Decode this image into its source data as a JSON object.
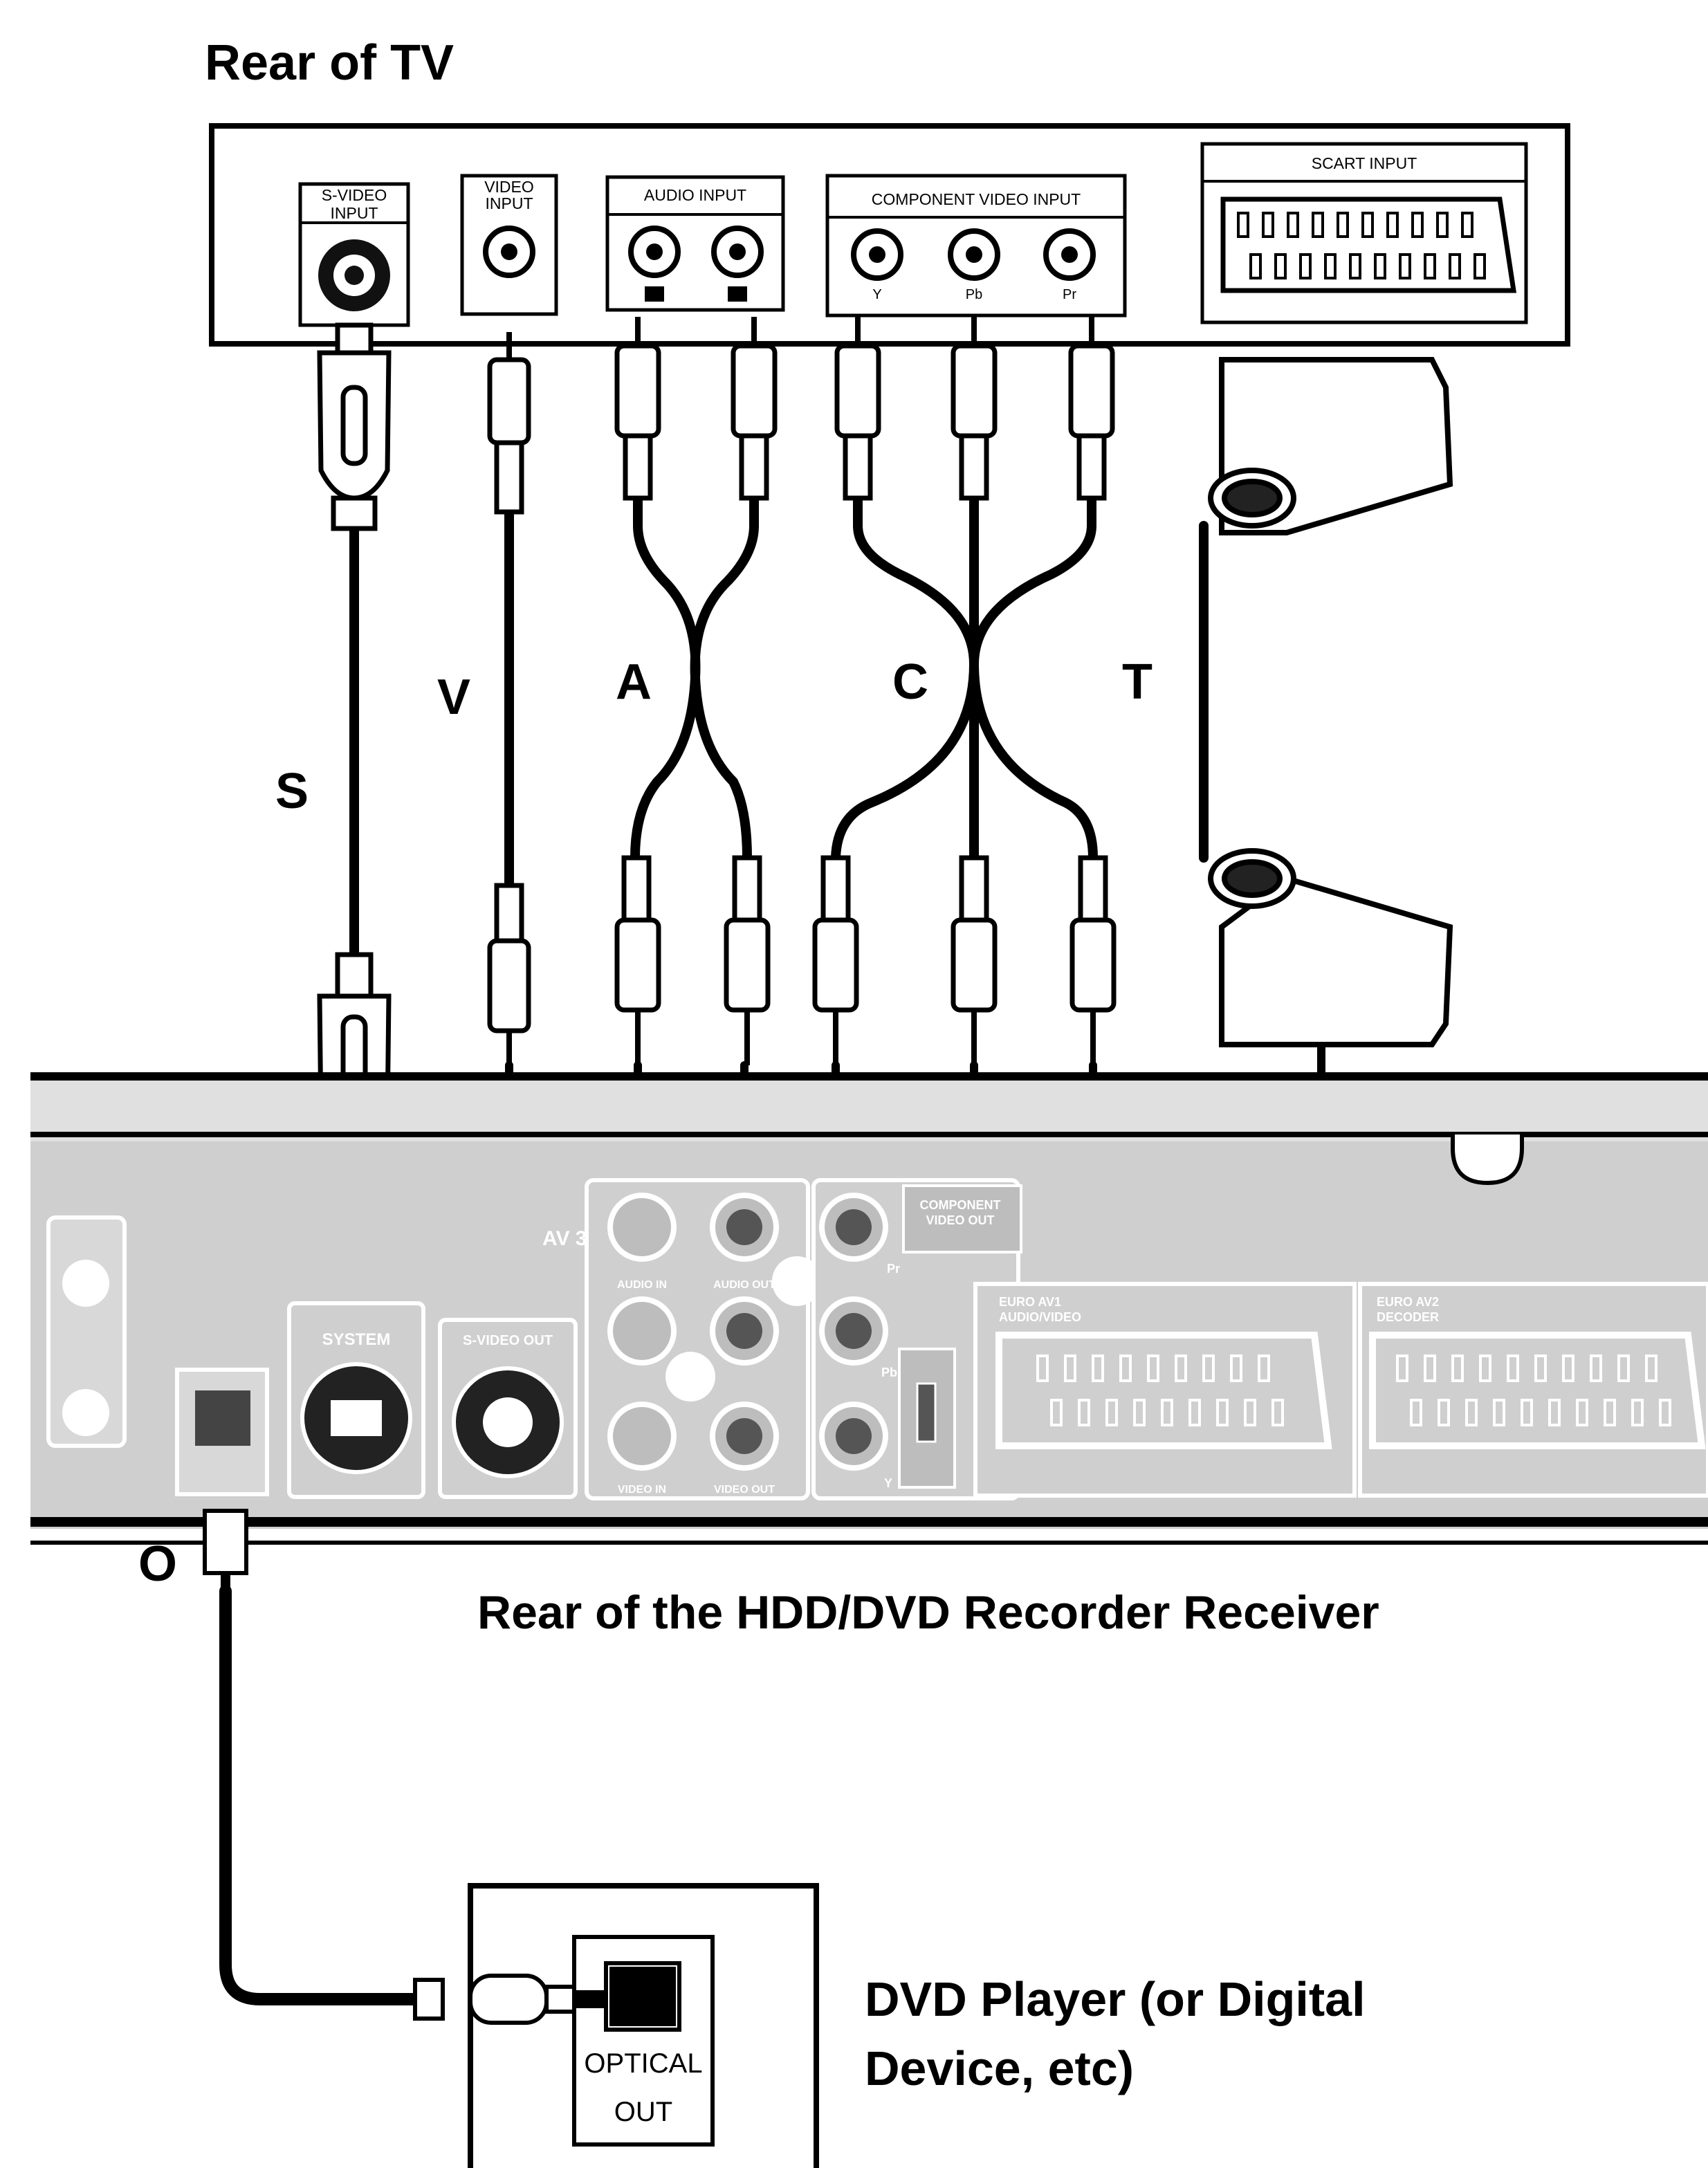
{
  "titles": {
    "tv": "Rear of TV",
    "recorder": "Rear of the HDD/DVD Recorder Receiver",
    "player_line1": "DVD Player (or Digital",
    "player_line2": "Device, etc)"
  },
  "tv_panel": {
    "svideo_l1": "S-VIDEO",
    "svideo_l2": "INPUT",
    "video_l1": "VIDEO",
    "video_l2": "INPUT",
    "audio": "AUDIO INPUT",
    "component": "COMPONENT VIDEO INPUT",
    "comp_y": "Y",
    "comp_pb": "Pb",
    "comp_pr": "Pr",
    "scart": "SCART INPUT"
  },
  "recorder_panel": {
    "system": "SYSTEM",
    "av3": "AV 3",
    "audio_in": "AUDIO IN",
    "audio_out": "AUDIO OUT",
    "video_in": "VIDEO IN",
    "video_out": "VIDEO OUT",
    "svideo_out": "S-VIDEO OUT",
    "component_l1": "COMPONENT",
    "component_l2": "VIDEO OUT",
    "pr": "Pr",
    "pb": "Pb",
    "y": "Y",
    "euro1_l1": "EURO AV1",
    "euro1_l2": "AUDIO/VIDEO",
    "euro2_l1": "EURO AV2",
    "euro2_l2": "DECODER"
  },
  "player_panel": {
    "optical_l1": "OPTICAL",
    "optical_l2": "OUT"
  },
  "cables": {
    "s": "S",
    "v": "V",
    "a": "A",
    "c": "C",
    "t": "T",
    "o": "O"
  }
}
